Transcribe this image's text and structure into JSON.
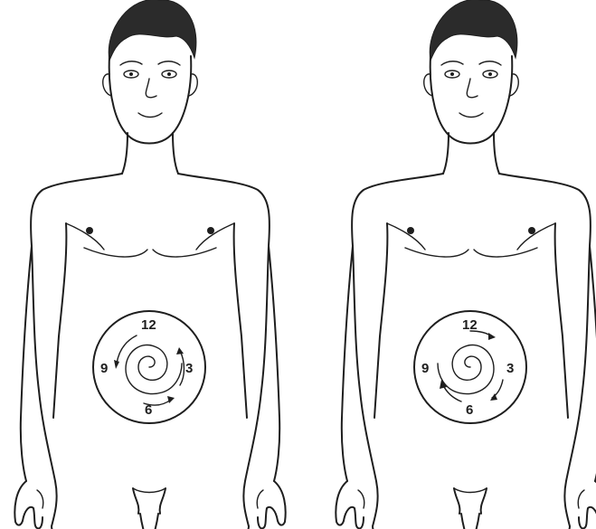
{
  "figures": [
    {
      "id": "left",
      "direction": "counterclockwise",
      "clock_labels": {
        "top": "12",
        "right": "3",
        "bottom": "6",
        "left": "9"
      }
    },
    {
      "id": "right",
      "direction": "clockwise",
      "clock_labels": {
        "top": "12",
        "right": "3",
        "bottom": "6",
        "left": "9"
      }
    }
  ],
  "colors": {
    "ink": "#1e1e1e",
    "hair": "#2b2b2b",
    "background": "#ffffff"
  }
}
